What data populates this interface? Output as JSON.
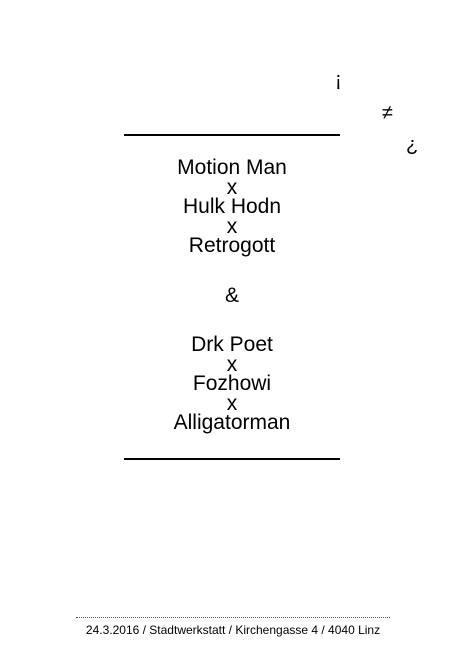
{
  "glyphs": {
    "inverted_exclamation": "¡",
    "not_equal": "≠",
    "inverted_question": "¿"
  },
  "lineup": {
    "group_one": [
      "Motion Man",
      "Hulk Hodn",
      "Retrogott"
    ],
    "ampersand": "&",
    "group_two": [
      "Drk Poet",
      "Fozhowi",
      "Alligatorman"
    ],
    "separator": "x"
  },
  "footer": {
    "text": "24.3.2016 / Stadtwerkstatt / Kirchengasse 4 / 4040 Linz"
  }
}
